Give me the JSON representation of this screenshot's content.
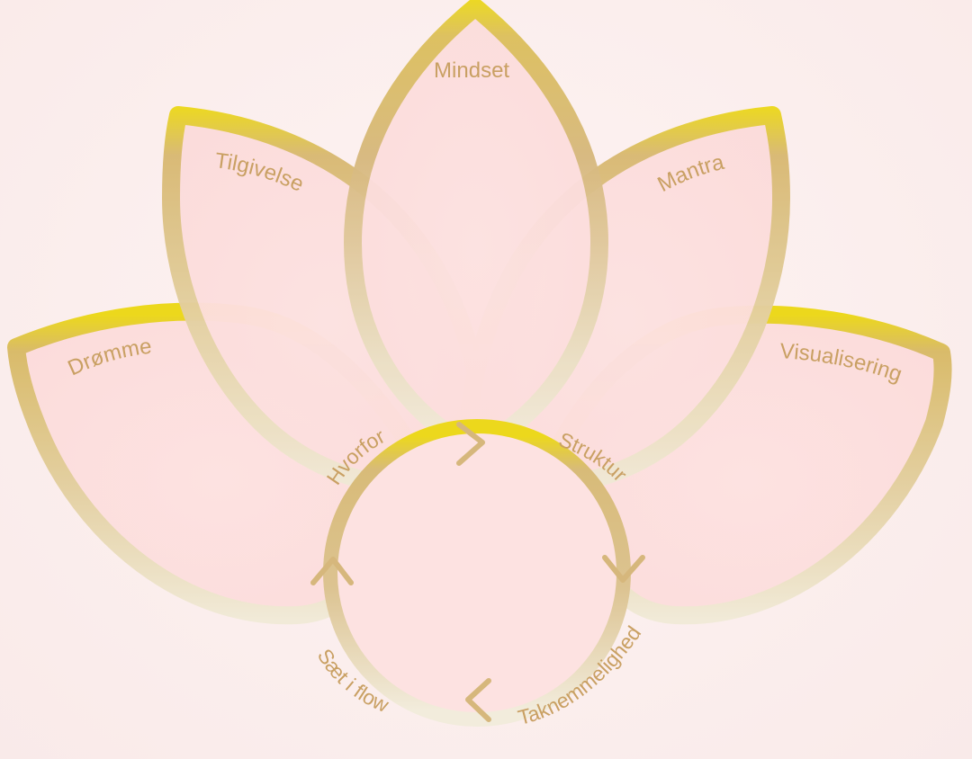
{
  "colors": {
    "background": "#fbeeed",
    "petal_fill": "#fde1e0",
    "gold": "#d6b77c",
    "gold_light": "#efe6d0",
    "yellow_tip": "#ecd81c",
    "label_text": "#c9a063"
  },
  "petals": [
    {
      "id": "dromme",
      "label": "Drømme"
    },
    {
      "id": "tilgivelse",
      "label": "Tilgivelse"
    },
    {
      "id": "mindset",
      "label": "Mindset"
    },
    {
      "id": "mantra",
      "label": "Mantra"
    },
    {
      "id": "visualisering",
      "label": "Visualisering"
    }
  ],
  "cycle": {
    "labels": [
      {
        "id": "hvorfor",
        "label": "Hvorfor"
      },
      {
        "id": "struktur",
        "label": "Struktur"
      },
      {
        "id": "taknemmelighed",
        "label": "Taknemmelighed"
      },
      {
        "id": "saet-i-flow",
        "label": "Sæt i flow"
      }
    ],
    "arrows": [
      "chevron-right-icon",
      "chevron-down-icon",
      "chevron-left-icon",
      "chevron-up-icon"
    ]
  }
}
